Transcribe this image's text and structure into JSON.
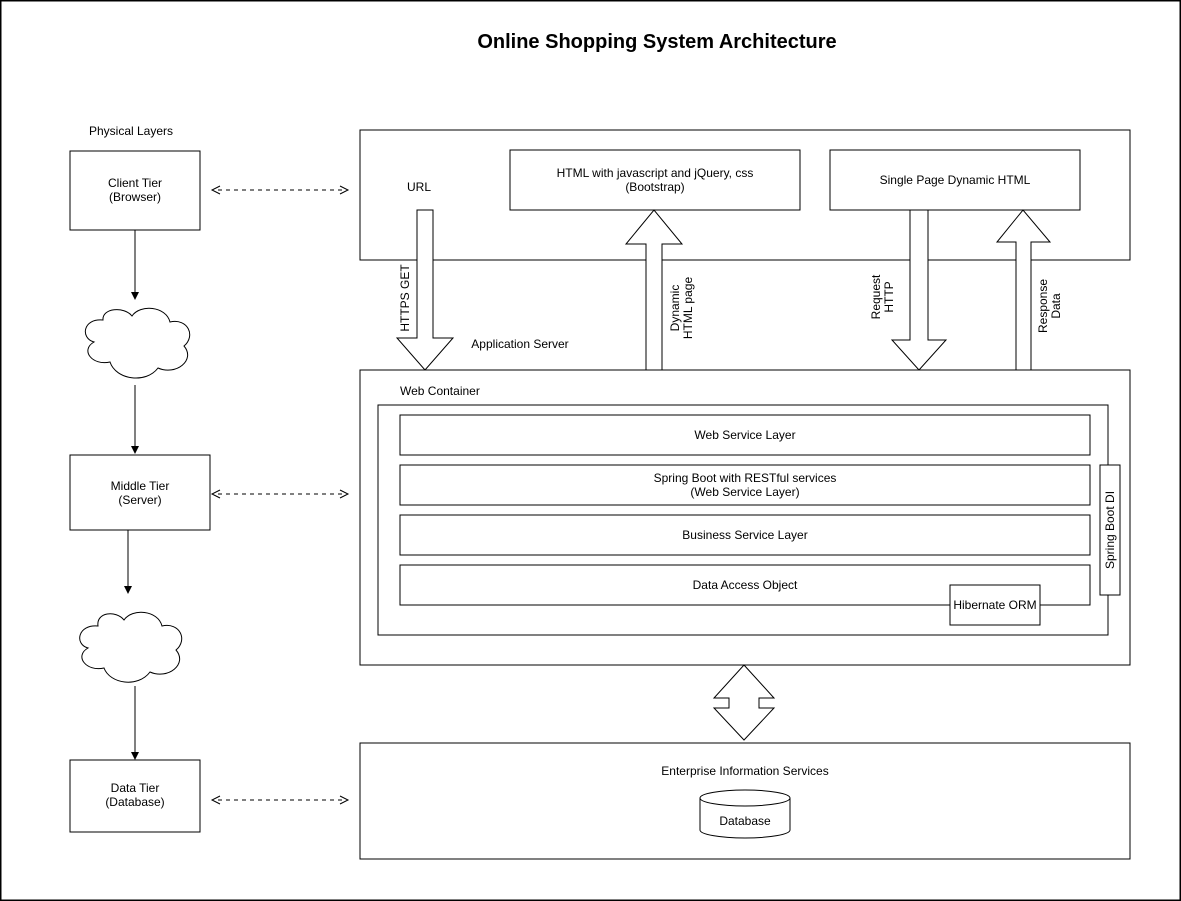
{
  "title": "Online Shopping System Architecture",
  "physical_layers": {
    "heading": "Physical Layers",
    "client_tier": [
      "Client Tier",
      "(Browser)"
    ],
    "middle_tier": [
      "Middle Tier",
      "(Server)"
    ],
    "data_tier": [
      "Data Tier",
      "(Database)"
    ]
  },
  "client_area": {
    "url_label": "URL",
    "html_box": [
      "HTML with javascript and jQuery, css",
      "(Bootstrap)"
    ],
    "spa_box": "Single Page Dynamic HTML"
  },
  "arrows": {
    "https_get": "HTTPS GET",
    "dynamic_html": [
      "Dynamic",
      "HTML page"
    ],
    "request_http": [
      "Request",
      "HTTP"
    ],
    "response_data": [
      "Response",
      "Data"
    ]
  },
  "application_server": {
    "label": "Application Server",
    "web_container": "Web Container",
    "layers": {
      "web_service": "Web Service Layer",
      "spring_boot": [
        "Spring Boot with RESTful services",
        "(Web Service Layer)"
      ],
      "business": "Business Service Layer",
      "dao": "Data Access Object"
    },
    "hibernate": "Hibernate ORM",
    "spring_di": "Spring Boot DI"
  },
  "eis": {
    "label": "Enterprise Information Services",
    "database": "Database"
  }
}
